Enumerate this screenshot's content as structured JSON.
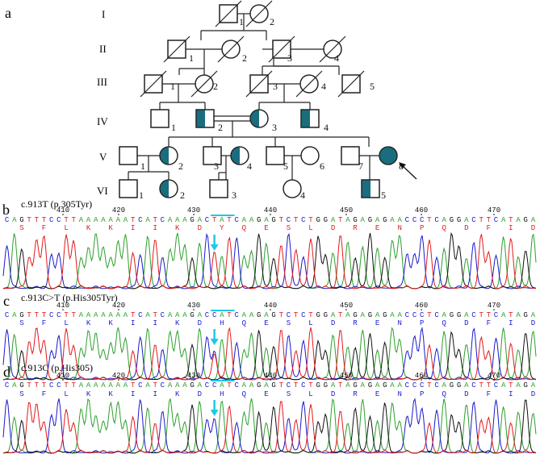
{
  "panels": {
    "a": {
      "letter": "a"
    },
    "b": {
      "letter": "b",
      "caption": "c.913T (p.305Tyr)"
    },
    "c": {
      "letter": "c",
      "caption": "c.913C>T (p.His305Tyr)"
    },
    "d": {
      "letter": "d",
      "caption": "c.913C (p.His305)"
    }
  },
  "generations": [
    "I",
    "II",
    "III",
    "IV",
    "V",
    "VI"
  ],
  "individuals": [
    {
      "gen": 0,
      "num": "1",
      "sex": "M",
      "deceased": true,
      "affected": "none"
    },
    {
      "gen": 0,
      "num": "2",
      "sex": "F",
      "deceased": true,
      "affected": "none"
    },
    {
      "gen": 1,
      "num": "1",
      "sex": "M",
      "deceased": true,
      "affected": "none"
    },
    {
      "gen": 1,
      "num": "2",
      "sex": "F",
      "deceased": true,
      "affected": "none"
    },
    {
      "gen": 1,
      "num": "3",
      "sex": "M",
      "deceased": true,
      "affected": "none"
    },
    {
      "gen": 1,
      "num": "4",
      "sex": "F",
      "deceased": true,
      "affected": "none"
    },
    {
      "gen": 2,
      "num": "1",
      "sex": "M",
      "deceased": true,
      "affected": "none"
    },
    {
      "gen": 2,
      "num": "2",
      "sex": "F",
      "deceased": true,
      "affected": "none"
    },
    {
      "gen": 2,
      "num": "3",
      "sex": "M",
      "deceased": true,
      "affected": "none"
    },
    {
      "gen": 2,
      "num": "4",
      "sex": "F",
      "deceased": true,
      "affected": "none"
    },
    {
      "gen": 2,
      "num": "5",
      "sex": "M",
      "deceased": true,
      "affected": "none"
    },
    {
      "gen": 3,
      "num": "1",
      "sex": "M",
      "deceased": false,
      "affected": "none"
    },
    {
      "gen": 3,
      "num": "2",
      "sex": "M",
      "deceased": false,
      "affected": "carrier"
    },
    {
      "gen": 3,
      "num": "3",
      "sex": "F",
      "deceased": false,
      "affected": "carrier"
    },
    {
      "gen": 3,
      "num": "4",
      "sex": "M",
      "deceased": false,
      "affected": "carrier"
    },
    {
      "gen": 4,
      "num": "1",
      "sex": "M",
      "deceased": false,
      "affected": "none"
    },
    {
      "gen": 4,
      "num": "2",
      "sex": "F",
      "deceased": false,
      "affected": "carrier"
    },
    {
      "gen": 4,
      "num": "3",
      "sex": "M",
      "deceased": false,
      "affected": "none"
    },
    {
      "gen": 4,
      "num": "4",
      "sex": "F",
      "deceased": false,
      "affected": "carrier"
    },
    {
      "gen": 4,
      "num": "5",
      "sex": "M",
      "deceased": false,
      "affected": "none"
    },
    {
      "gen": 4,
      "num": "6",
      "sex": "F",
      "deceased": false,
      "affected": "none"
    },
    {
      "gen": 4,
      "num": "7",
      "sex": "M",
      "deceased": false,
      "affected": "none"
    },
    {
      "gen": 4,
      "num": "8",
      "sex": "F",
      "deceased": false,
      "affected": "full",
      "proband": true
    },
    {
      "gen": 5,
      "num": "1",
      "sex": "M",
      "deceased": false,
      "affected": "none"
    },
    {
      "gen": 5,
      "num": "2",
      "sex": "F",
      "deceased": false,
      "affected": "carrier"
    },
    {
      "gen": 5,
      "num": "3",
      "sex": "M",
      "deceased": false,
      "affected": "none"
    },
    {
      "gen": 5,
      "num": "4",
      "sex": "F",
      "deceased": false,
      "affected": "none"
    },
    {
      "gen": 5,
      "num": "5",
      "sex": "M",
      "deceased": false,
      "affected": "carrier"
    }
  ],
  "sequencing": {
    "ticks": [
      "410",
      "420",
      "430",
      "440",
      "450",
      "460",
      "470"
    ],
    "bases": "CAGTTTCCTTAAAAAAATCATCAAAGACCATCAAGAGTCTCTGGATAGAGAGAACCCTCAGGACTTCATAGA",
    "tracks": [
      {
        "bases": "CAGTTTCCTTAAAAAAATCATCAAAGACTATCAAGAGTCTCTGGATAGAGAGAACCCTCAGGACTTCATAGA",
        "aa": [
          "S",
          "F",
          "L",
          "K",
          "K",
          "I",
          "I",
          "K",
          "D",
          "Y",
          "Q",
          "E",
          "S",
          "L",
          "D",
          "R",
          "E",
          "N",
          "P",
          "Q",
          "D",
          "F",
          "I",
          "D"
        ]
      },
      {
        "bases": "CAGTTTCCTTAAAAAAATCATCAAAGACCATCAAGAGTCTCTGGATAGAGAGAACCCTCAGGACTTCATAGA",
        "aa": [
          "S",
          "F",
          "L",
          "K",
          "K",
          "I",
          "I",
          "K",
          "D",
          "H",
          "Q",
          "E",
          "S",
          "L",
          "D",
          "R",
          "E",
          "N",
          "P",
          "Q",
          "D",
          "F",
          "I",
          "D"
        ]
      },
      {
        "bases": "CAGTTTCCTTAAAAAAATCATCAAAGACCATCAAGAGTCTCTGGATAGAGAGAACCCTCAGGACTTCATAGA",
        "aa": [
          "S",
          "F",
          "L",
          "K",
          "K",
          "I",
          "I",
          "K",
          "D",
          "H",
          "Q",
          "E",
          "S",
          "L",
          "D",
          "R",
          "E",
          "N",
          "P",
          "Q",
          "D",
          "F",
          "I",
          "D"
        ]
      }
    ]
  },
  "colors": {
    "affected": "#1a6d7e",
    "arrow": "#1ec8e6",
    "A": "#2ca02c",
    "C": "#1a1acc",
    "G": "#111111",
    "T": "#e31a1c",
    "aa": "#e31a1c",
    "aa_alt": "#1a1acc"
  }
}
